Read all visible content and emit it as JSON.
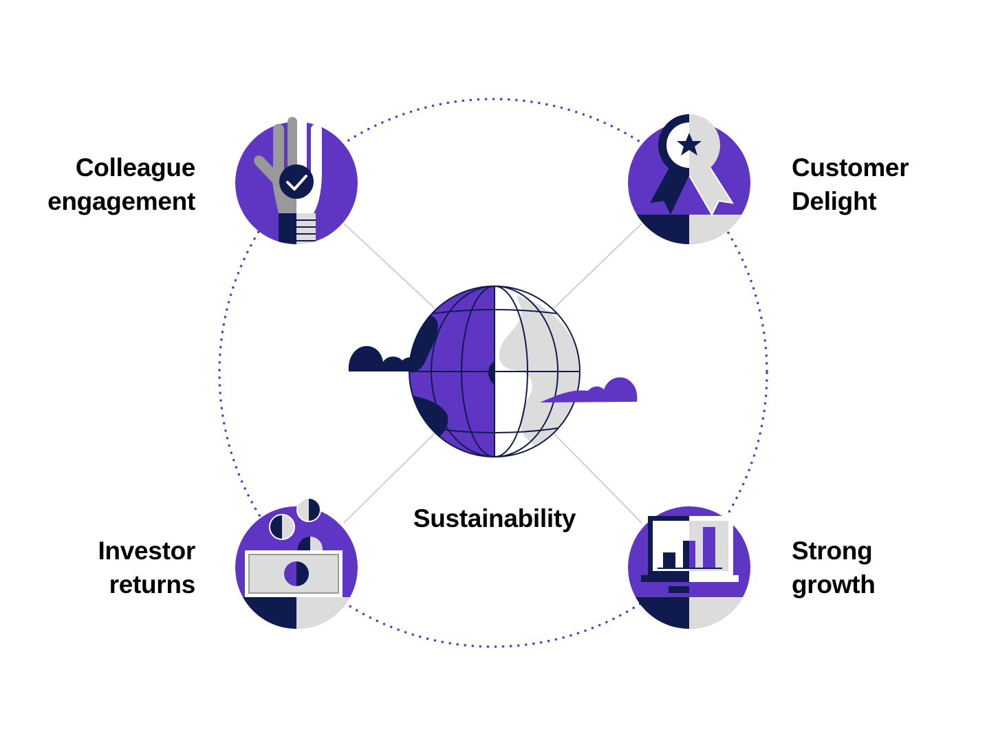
{
  "center": {
    "label": "Sustainability"
  },
  "nodes": {
    "top_left": {
      "line1": "Colleague",
      "line2": "engagement",
      "icon": "raised-hand-check-icon"
    },
    "top_right": {
      "line1": "Customer",
      "line2": "Delight",
      "icon": "award-ribbon-icon"
    },
    "bottom_left": {
      "line1": "Investor",
      "line2": "returns",
      "icon": "coins-banknote-icon"
    },
    "bottom_right": {
      "line1": "Strong",
      "line2": "growth",
      "icon": "laptop-bar-chart-icon"
    }
  },
  "colors": {
    "purple": "#5f35c4",
    "navy": "#0f1a4e",
    "light_gray": "#dcdcdc",
    "mid_gray": "#999999",
    "dot_ring": "#5f35c4",
    "connector": "#cfcfcf",
    "text": "#000000"
  }
}
